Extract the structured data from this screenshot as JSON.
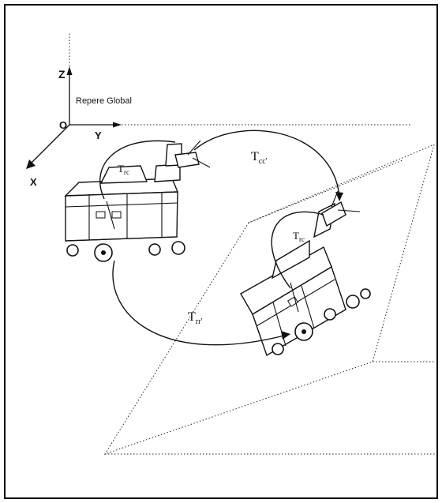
{
  "figure": {
    "axis_z": "Z",
    "axis_y": "Y",
    "axis_x": "X",
    "origin": "O",
    "frame_label": "Repere Global",
    "t_rc_main": "T",
    "t_rc_main_sub": "rc",
    "t_cc": "T",
    "t_cc_sub": "cc'",
    "t_rc_second": "T",
    "t_rc_second_sub": "rc",
    "t_rr": "T",
    "t_rr_sub": "rr'"
  }
}
